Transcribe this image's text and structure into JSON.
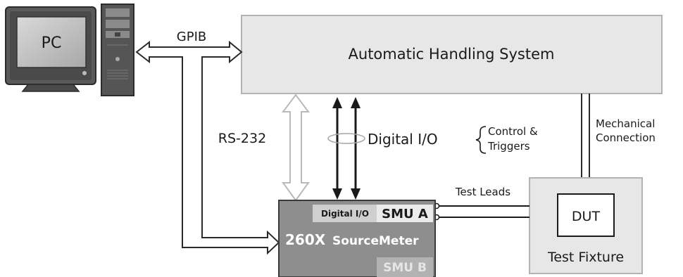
{
  "pc": {
    "label": "PC"
  },
  "links": {
    "gpib": "GPIB",
    "rs232": "RS-232",
    "digital_io": "Digital I/O",
    "control_triggers_line1": "Control &",
    "control_triggers_line2": "Triggers",
    "mechanical_line1": "Mechanical",
    "mechanical_line2": "Connection",
    "test_leads": "Test Leads"
  },
  "handler": {
    "label": "Automatic Handling System"
  },
  "fixture": {
    "dut_label": "DUT",
    "label": "Test Fixture"
  },
  "sourcemeter": {
    "digital_io_label": "Digital I/O",
    "smu_a_label": "SMU A",
    "model_label": "260X",
    "name_label": "SourceMeter",
    "smu_b_label": "SMU B"
  }
}
